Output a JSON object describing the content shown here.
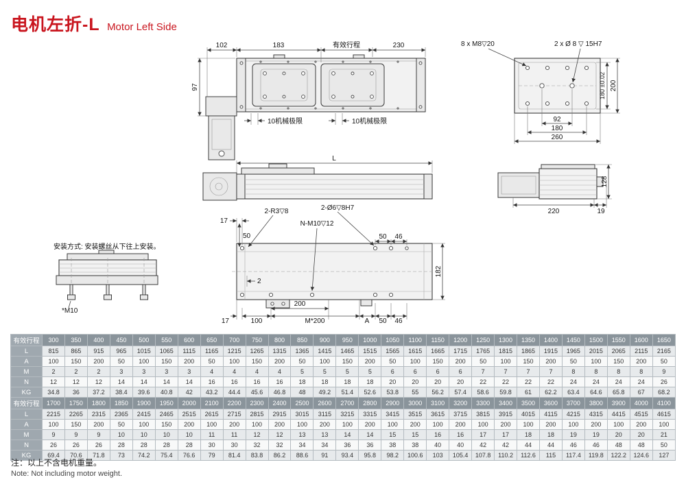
{
  "colors": {
    "accent": "#c9151e",
    "table_header_bg": "#8a949b",
    "table_label_bg": "#9fa8af",
    "row_shade": "#e7eaec"
  },
  "header": {
    "title_zh": "电机左折-L",
    "title_en": "Motor Left Side"
  },
  "drawings": {
    "top_view": {
      "dim_motor_offset": "102",
      "dim_left": "183",
      "stroke_label": "有效行程",
      "dim_right": "230",
      "dim_height": "97",
      "limit_left": "10机械极限",
      "limit_right": "10机械极限"
    },
    "end_view": {
      "callout_screws": "8 x M8▽20",
      "callout_pins": "2 x Ø 8 ▽ 15H7",
      "dim_height_outer": "200",
      "dim_height_inner": "180 ±0.02",
      "dim_width_small": "92",
      "dim_width_inner": "180",
      "dim_width_outer": "260"
    },
    "side_view": {
      "dim_length": "L"
    },
    "side_end_view": {
      "dim_height": "128",
      "dim_width": "220",
      "dim_offset": "19"
    },
    "bottom_view": {
      "dim_17_top": "17",
      "dim_50_top_left": "50",
      "callout_r3": "2-R3▽8",
      "callout_pin": "2-Ø6▽8H7",
      "callout_tap": "N-M10▽12",
      "dim_50_top_right": "50",
      "dim_46_top_right": "46",
      "dim_height": "182",
      "dim_2": "2",
      "dim_200": "200",
      "dim_17_bottom": "17",
      "dim_100": "100",
      "dim_m200": "M*200",
      "dim_A": "A",
      "dim_50_bottom": "50",
      "dim_46_bottom": "46"
    },
    "mount_inset": {
      "caption": "安装方式: 安装螺丝从下往上安装。",
      "screw_label": "*M10"
    }
  },
  "table": {
    "stroke_label": "有效行程",
    "row_labels": [
      "L",
      "A",
      "M",
      "N",
      "KG"
    ],
    "blocks": [
      {
        "stroke": [
          300,
          350,
          400,
          450,
          500,
          550,
          600,
          650,
          700,
          750,
          800,
          850,
          900,
          950,
          1000,
          1050,
          1100,
          1150,
          1200,
          1250,
          1300,
          1350,
          1400,
          1450,
          1500,
          1550,
          1600,
          1650
        ],
        "rows": {
          "L": [
            815,
            865,
            915,
            965,
            1015,
            1065,
            1115,
            1165,
            1215,
            1265,
            1315,
            1365,
            1415,
            1465,
            1515,
            1565,
            1615,
            1665,
            1715,
            1765,
            1815,
            1865,
            1915,
            1965,
            2015,
            2065,
            2115,
            2165
          ],
          "A": [
            100,
            150,
            200,
            50,
            100,
            150,
            200,
            50,
            100,
            150,
            200,
            50,
            100,
            150,
            200,
            50,
            100,
            150,
            200,
            50,
            100,
            150,
            200,
            50,
            100,
            150,
            200,
            50
          ],
          "M": [
            2,
            2,
            2,
            3,
            3,
            3,
            3,
            4,
            4,
            4,
            4,
            5,
            5,
            5,
            5,
            6,
            6,
            6,
            6,
            7,
            7,
            7,
            7,
            8,
            8,
            8,
            8,
            9
          ],
          "N": [
            12,
            12,
            12,
            14,
            14,
            14,
            14,
            16,
            16,
            16,
            16,
            18,
            18,
            18,
            18,
            20,
            20,
            20,
            20,
            22,
            22,
            22,
            22,
            24,
            24,
            24,
            24,
            26
          ],
          "KG": [
            34.8,
            36,
            37.2,
            38.4,
            39.6,
            40.8,
            42,
            43.2,
            44.4,
            45.6,
            46.8,
            48,
            49.2,
            51.4,
            52.6,
            53.8,
            55,
            56.2,
            57.4,
            58.6,
            59.8,
            61,
            62.2,
            63.4,
            64.6,
            65.8,
            67,
            68.2
          ]
        }
      },
      {
        "stroke": [
          1700,
          1750,
          1800,
          1850,
          1900,
          1950,
          2000,
          2100,
          2200,
          2300,
          2400,
          2500,
          2600,
          2700,
          2800,
          2900,
          3000,
          3100,
          3200,
          3300,
          3400,
          3500,
          3600,
          3700,
          3800,
          3900,
          4000,
          4100
        ],
        "rows": {
          "L": [
            2215,
            2265,
            2315,
            2365,
            2415,
            2465,
            2515,
            2615,
            2715,
            2815,
            2915,
            3015,
            3115,
            3215,
            3315,
            3415,
            3515,
            3615,
            3715,
            3815,
            3915,
            4015,
            4115,
            4215,
            4315,
            4415,
            4515,
            4615
          ],
          "A": [
            100,
            150,
            200,
            50,
            100,
            150,
            200,
            100,
            200,
            100,
            200,
            100,
            200,
            100,
            200,
            100,
            200,
            100,
            200,
            100,
            200,
            100,
            200,
            100,
            200,
            100,
            200,
            100
          ],
          "M": [
            9,
            9,
            9,
            10,
            10,
            10,
            10,
            11,
            11,
            12,
            12,
            13,
            13,
            14,
            14,
            15,
            15,
            16,
            16,
            17,
            17,
            18,
            18,
            19,
            19,
            20,
            20,
            21
          ],
          "N": [
            26,
            26,
            26,
            28,
            28,
            28,
            28,
            30,
            30,
            32,
            32,
            34,
            34,
            36,
            36,
            38,
            38,
            40,
            40,
            42,
            42,
            44,
            44,
            46,
            46,
            48,
            48,
            50
          ],
          "KG": [
            69.4,
            70.6,
            71.8,
            73,
            74.2,
            75.4,
            76.6,
            79,
            81.4,
            83.8,
            86.2,
            88.6,
            91,
            93.4,
            95.8,
            98.2,
            100.6,
            103,
            105.4,
            107.8,
            110.2,
            112.6,
            115,
            117.4,
            119.8,
            122.2,
            124.6,
            127
          ]
        }
      }
    ]
  },
  "notes": {
    "zh": "注：以上不含电机重量。",
    "en": "Note: Not including motor weight."
  }
}
